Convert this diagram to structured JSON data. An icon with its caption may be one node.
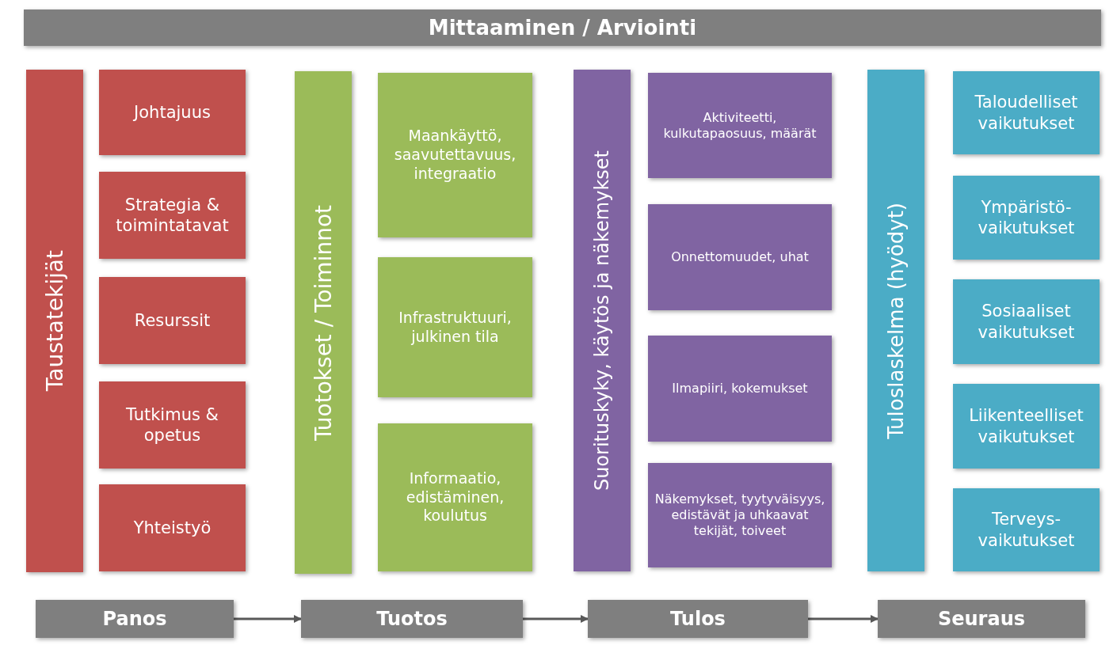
{
  "diagram": {
    "nodes": [
      {
        "text": [
          "Mittaaminen / Arviointi"
        ]
      },
      {
        "text": [
          "Taustatekijät"
        ]
      },
      {
        "text": [
          "Johtajuus"
        ]
      },
      {
        "text": [
          "Strategia & toimintatavat"
        ]
      },
      {
        "text": [
          "Resurssit"
        ]
      },
      {
        "text": [
          "Tutkimus & opetus"
        ]
      },
      {
        "text": [
          "Yhteistyö"
        ]
      },
      {
        "text": [
          "Tuotokset / Toiminnot"
        ]
      },
      {
        "text": [
          "Maankäyttö, saavutettavuus, integraatio"
        ]
      },
      {
        "text": [
          "Infrastruktuuri, julkinen tila"
        ]
      },
      {
        "text": [
          "Informaatio, edistäminen, koulutus"
        ]
      },
      {
        "text": [
          "Suorituskyky, käytös ja näkemykset"
        ]
      },
      {
        "text": [
          "Aktiviteetti, kulkutapaosuus, määrät"
        ]
      },
      {
        "text": [
          "Onnettomuudet, uhat"
        ]
      },
      {
        "text": [
          "Ilmapiiri, kokemukset"
        ]
      },
      {
        "text": [
          "Näkemykset, tyytyväisyys, edistävät ja uhkaavat tekijät, toiveet"
        ]
      },
      {
        "text": [
          "Tuloslaskelma (hyödyt)"
        ]
      },
      {
        "text": [
          "Taloudelliset vaikutukset"
        ]
      },
      {
        "text": [
          "Ympäristö- vaikutukset"
        ]
      },
      {
        "text": [
          "Sosiaaliset vaikutukset"
        ]
      },
      {
        "text": [
          "Liikenteelliset vaikutukset"
        ]
      },
      {
        "text": [
          "Terveys- vaikutukset"
        ]
      },
      {
        "text": [
          "Panos"
        ]
      },
      {
        "text": [
          "Tuotos"
        ]
      },
      {
        "text": [
          "Tulos"
        ]
      },
      {
        "text": [
          "Seuraus"
        ]
      }
    ],
    "edges": [
      {
        "from": 22,
        "to": 23,
        "arrow": "to"
      },
      {
        "from": 23,
        "to": 24,
        "arrow": "to"
      },
      {
        "from": 24,
        "to": 25,
        "arrow": "to"
      }
    ]
  }
}
